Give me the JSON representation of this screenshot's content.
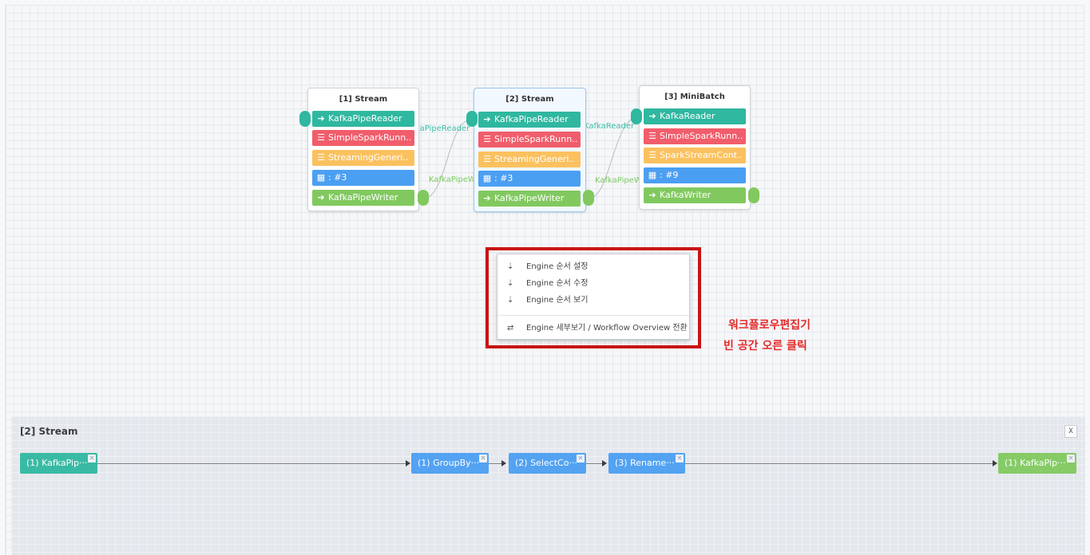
{
  "engines": [
    {
      "title": "[1] Stream",
      "rows": [
        {
          "icon": "reader-icon",
          "glyph": "➔",
          "label": "KafkaPipeReader",
          "color": "teal"
        },
        {
          "icon": "runner-icon",
          "glyph": "☰",
          "label": "SimpleSparkRunn..",
          "color": "red"
        },
        {
          "icon": "controller-icon",
          "glyph": "☰",
          "label": "StreamingGeneri..",
          "color": "orange"
        },
        {
          "icon": "grid-icon",
          "glyph": "▦",
          "label": ": #3",
          "color": "blue"
        },
        {
          "icon": "writer-icon",
          "glyph": "➔",
          "label": "KafkaPipeWriter",
          "color": "green"
        }
      ]
    },
    {
      "title": "[2] Stream",
      "rows": [
        {
          "icon": "reader-icon",
          "glyph": "➔",
          "label": "KafkaPipeReader",
          "color": "teal"
        },
        {
          "icon": "runner-icon",
          "glyph": "☰",
          "label": "SimpleSparkRunn..",
          "color": "red"
        },
        {
          "icon": "controller-icon",
          "glyph": "☰",
          "label": "StreamingGeneri..",
          "color": "orange"
        },
        {
          "icon": "grid-icon",
          "glyph": "▦",
          "label": ": #3",
          "color": "blue"
        },
        {
          "icon": "writer-icon",
          "glyph": "➔",
          "label": "KafkaPipeWriter",
          "color": "green"
        }
      ]
    },
    {
      "title": "[3] MiniBatch",
      "rows": [
        {
          "icon": "reader-icon",
          "glyph": "➔",
          "label": "KafkaReader",
          "color": "teal"
        },
        {
          "icon": "runner-icon",
          "glyph": "☰",
          "label": "SimpleSparkRunn..",
          "color": "red"
        },
        {
          "icon": "controller-icon",
          "glyph": "☰",
          "label": "SparkStreamCont..",
          "color": "orange"
        },
        {
          "icon": "grid-icon",
          "glyph": "▦",
          "label": ": #9",
          "color": "blue"
        },
        {
          "icon": "writer-icon",
          "glyph": "➔",
          "label": "KafkaWriter",
          "color": "green"
        }
      ]
    }
  ],
  "link_labels": {
    "reader_1": "KafkaPipeReader",
    "reader_2": "KafkaReader",
    "writer_1": "KafkaPipeWriter",
    "writer_2": "KafkaPipeWriter"
  },
  "context_menu": {
    "items": [
      {
        "icon": "sort-order-icon",
        "glyph": "⇣",
        "label": "Engine 순서 설정"
      },
      {
        "icon": "sort-order-icon",
        "glyph": "⇣",
        "label": "Engine 순서 수정"
      },
      {
        "icon": "sort-order-icon",
        "glyph": "⇣",
        "label": "Engine 순서 보기"
      },
      {
        "icon": "switch-icon",
        "glyph": "⇄",
        "label": "Engine 세부보기 / Workflow Overview 전환"
      }
    ]
  },
  "annotation": {
    "line1": "워크플로우편집기",
    "line2": "빈 공간 오른 클릭"
  },
  "detail_panel": {
    "title": "[2] Stream",
    "close_label": "X",
    "nodes": [
      {
        "label": "(1) KafkaPip···",
        "color": "teal"
      },
      {
        "label": "(1) GroupBy···",
        "color": "blue"
      },
      {
        "label": "(2) SelectCo···",
        "color": "blue"
      },
      {
        "label": "(3) Rename···",
        "color": "blue"
      },
      {
        "label": "(1) KafkaPip···",
        "color": "green"
      }
    ],
    "remove_glyph": "✕"
  },
  "colors": {
    "teal": "#2fb7a0",
    "red": "#f15d6b",
    "orange": "#fbc15f",
    "blue": "#4b9ff2",
    "green": "#81c95f",
    "annotation_red": "#e52a2a",
    "highlight_frame": "#c81414"
  }
}
